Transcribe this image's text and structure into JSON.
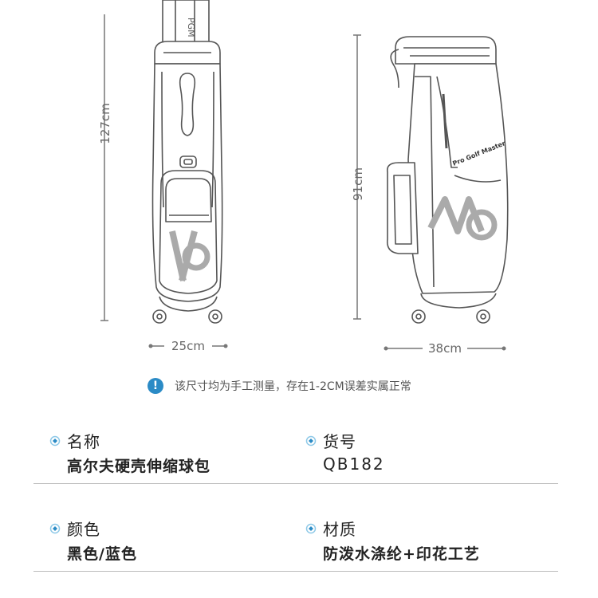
{
  "dimensions": {
    "height_full": "127cm",
    "width_front": "25cm",
    "height_side": "91cm",
    "width_side": "38cm"
  },
  "bag_print": {
    "brand_text": "Pro Golf Master",
    "handle_text": "PGM"
  },
  "note": {
    "icon": "info-icon",
    "text": "该尺寸均为手工测量，存在1-2CM误差实属正常"
  },
  "specs": [
    {
      "label": "名称",
      "value": "高尔夫硬壳伸缩球包"
    },
    {
      "label": "货号",
      "value": "QB182"
    },
    {
      "label": "颜色",
      "value": "黑色/蓝色"
    },
    {
      "label": "材质",
      "value": "防泼水涤纶+印花工艺"
    }
  ],
  "colors": {
    "accent": "#2b8bc6",
    "line": "#666666",
    "divider": "#bdbdbd"
  }
}
